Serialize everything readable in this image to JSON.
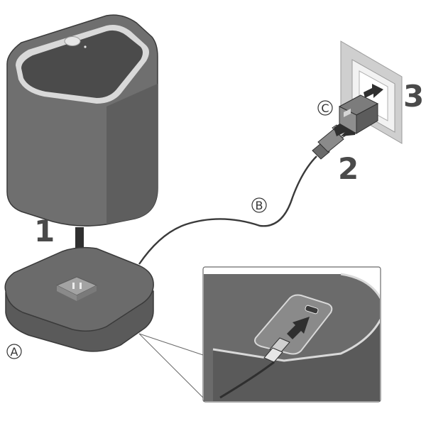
{
  "steps": {
    "one": "1",
    "two": "2",
    "three": "3"
  },
  "callouts": {
    "a": "A",
    "b": "B",
    "c": "C"
  },
  "colors": {
    "body_dark": "#6d6d6d",
    "body_side": "#5b5b5b",
    "top_panel": "#4b4b4b",
    "rim_light": "#d9d9d9",
    "arrow": "#2f2f2f",
    "wall": "#cfcfcf",
    "line": "#3a3a3a"
  }
}
